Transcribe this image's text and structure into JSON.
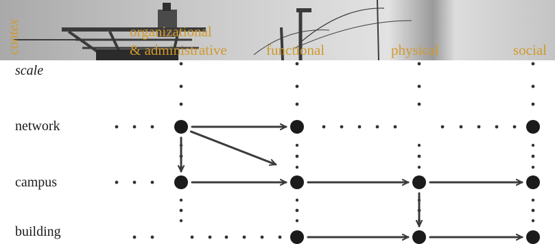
{
  "banner": {
    "side_label": "contex",
    "columns": [
      {
        "id": "admin",
        "line1": "organizational",
        "line2": "& administrative"
      },
      {
        "id": "functional",
        "line1": "",
        "line2": "functional"
      },
      {
        "id": "physical",
        "line1": "",
        "line2": "physical"
      },
      {
        "id": "social",
        "line1": "",
        "line2": "social"
      }
    ]
  },
  "scale_label": "scale",
  "rows": [
    {
      "id": "network",
      "label": "network"
    },
    {
      "id": "campus",
      "label": "campus"
    },
    {
      "id": "building",
      "label": "building"
    }
  ],
  "nodes": [
    {
      "row": "network",
      "col": "admin"
    },
    {
      "row": "network",
      "col": "functional"
    },
    {
      "row": "network",
      "col": "social"
    },
    {
      "row": "campus",
      "col": "admin"
    },
    {
      "row": "campus",
      "col": "functional"
    },
    {
      "row": "campus",
      "col": "physical"
    },
    {
      "row": "campus",
      "col": "social"
    },
    {
      "row": "building",
      "col": "functional"
    },
    {
      "row": "building",
      "col": "physical"
    },
    {
      "row": "building",
      "col": "social"
    }
  ],
  "edges": [
    {
      "from": [
        "network",
        "admin"
      ],
      "to": [
        "network",
        "functional"
      ]
    },
    {
      "from": [
        "network",
        "admin"
      ],
      "to": [
        "campus",
        "functional"
      ]
    },
    {
      "from": [
        "network",
        "admin"
      ],
      "to": [
        "campus",
        "admin"
      ]
    },
    {
      "from": [
        "campus",
        "admin"
      ],
      "to": [
        "campus",
        "functional"
      ]
    },
    {
      "from": [
        "campus",
        "functional"
      ],
      "to": [
        "campus",
        "physical"
      ]
    },
    {
      "from": [
        "campus",
        "physical"
      ],
      "to": [
        "campus",
        "social"
      ]
    },
    {
      "from": [
        "campus",
        "physical"
      ],
      "to": [
        "building",
        "physical"
      ]
    },
    {
      "from": [
        "building",
        "functional"
      ],
      "to": [
        "building",
        "physical"
      ]
    },
    {
      "from": [
        "building",
        "physical"
      ],
      "to": [
        "building",
        "social"
      ]
    }
  ],
  "colors": {
    "accent": "#d19a2c",
    "ink": "#3b3b3b",
    "dot": "#333333"
  }
}
